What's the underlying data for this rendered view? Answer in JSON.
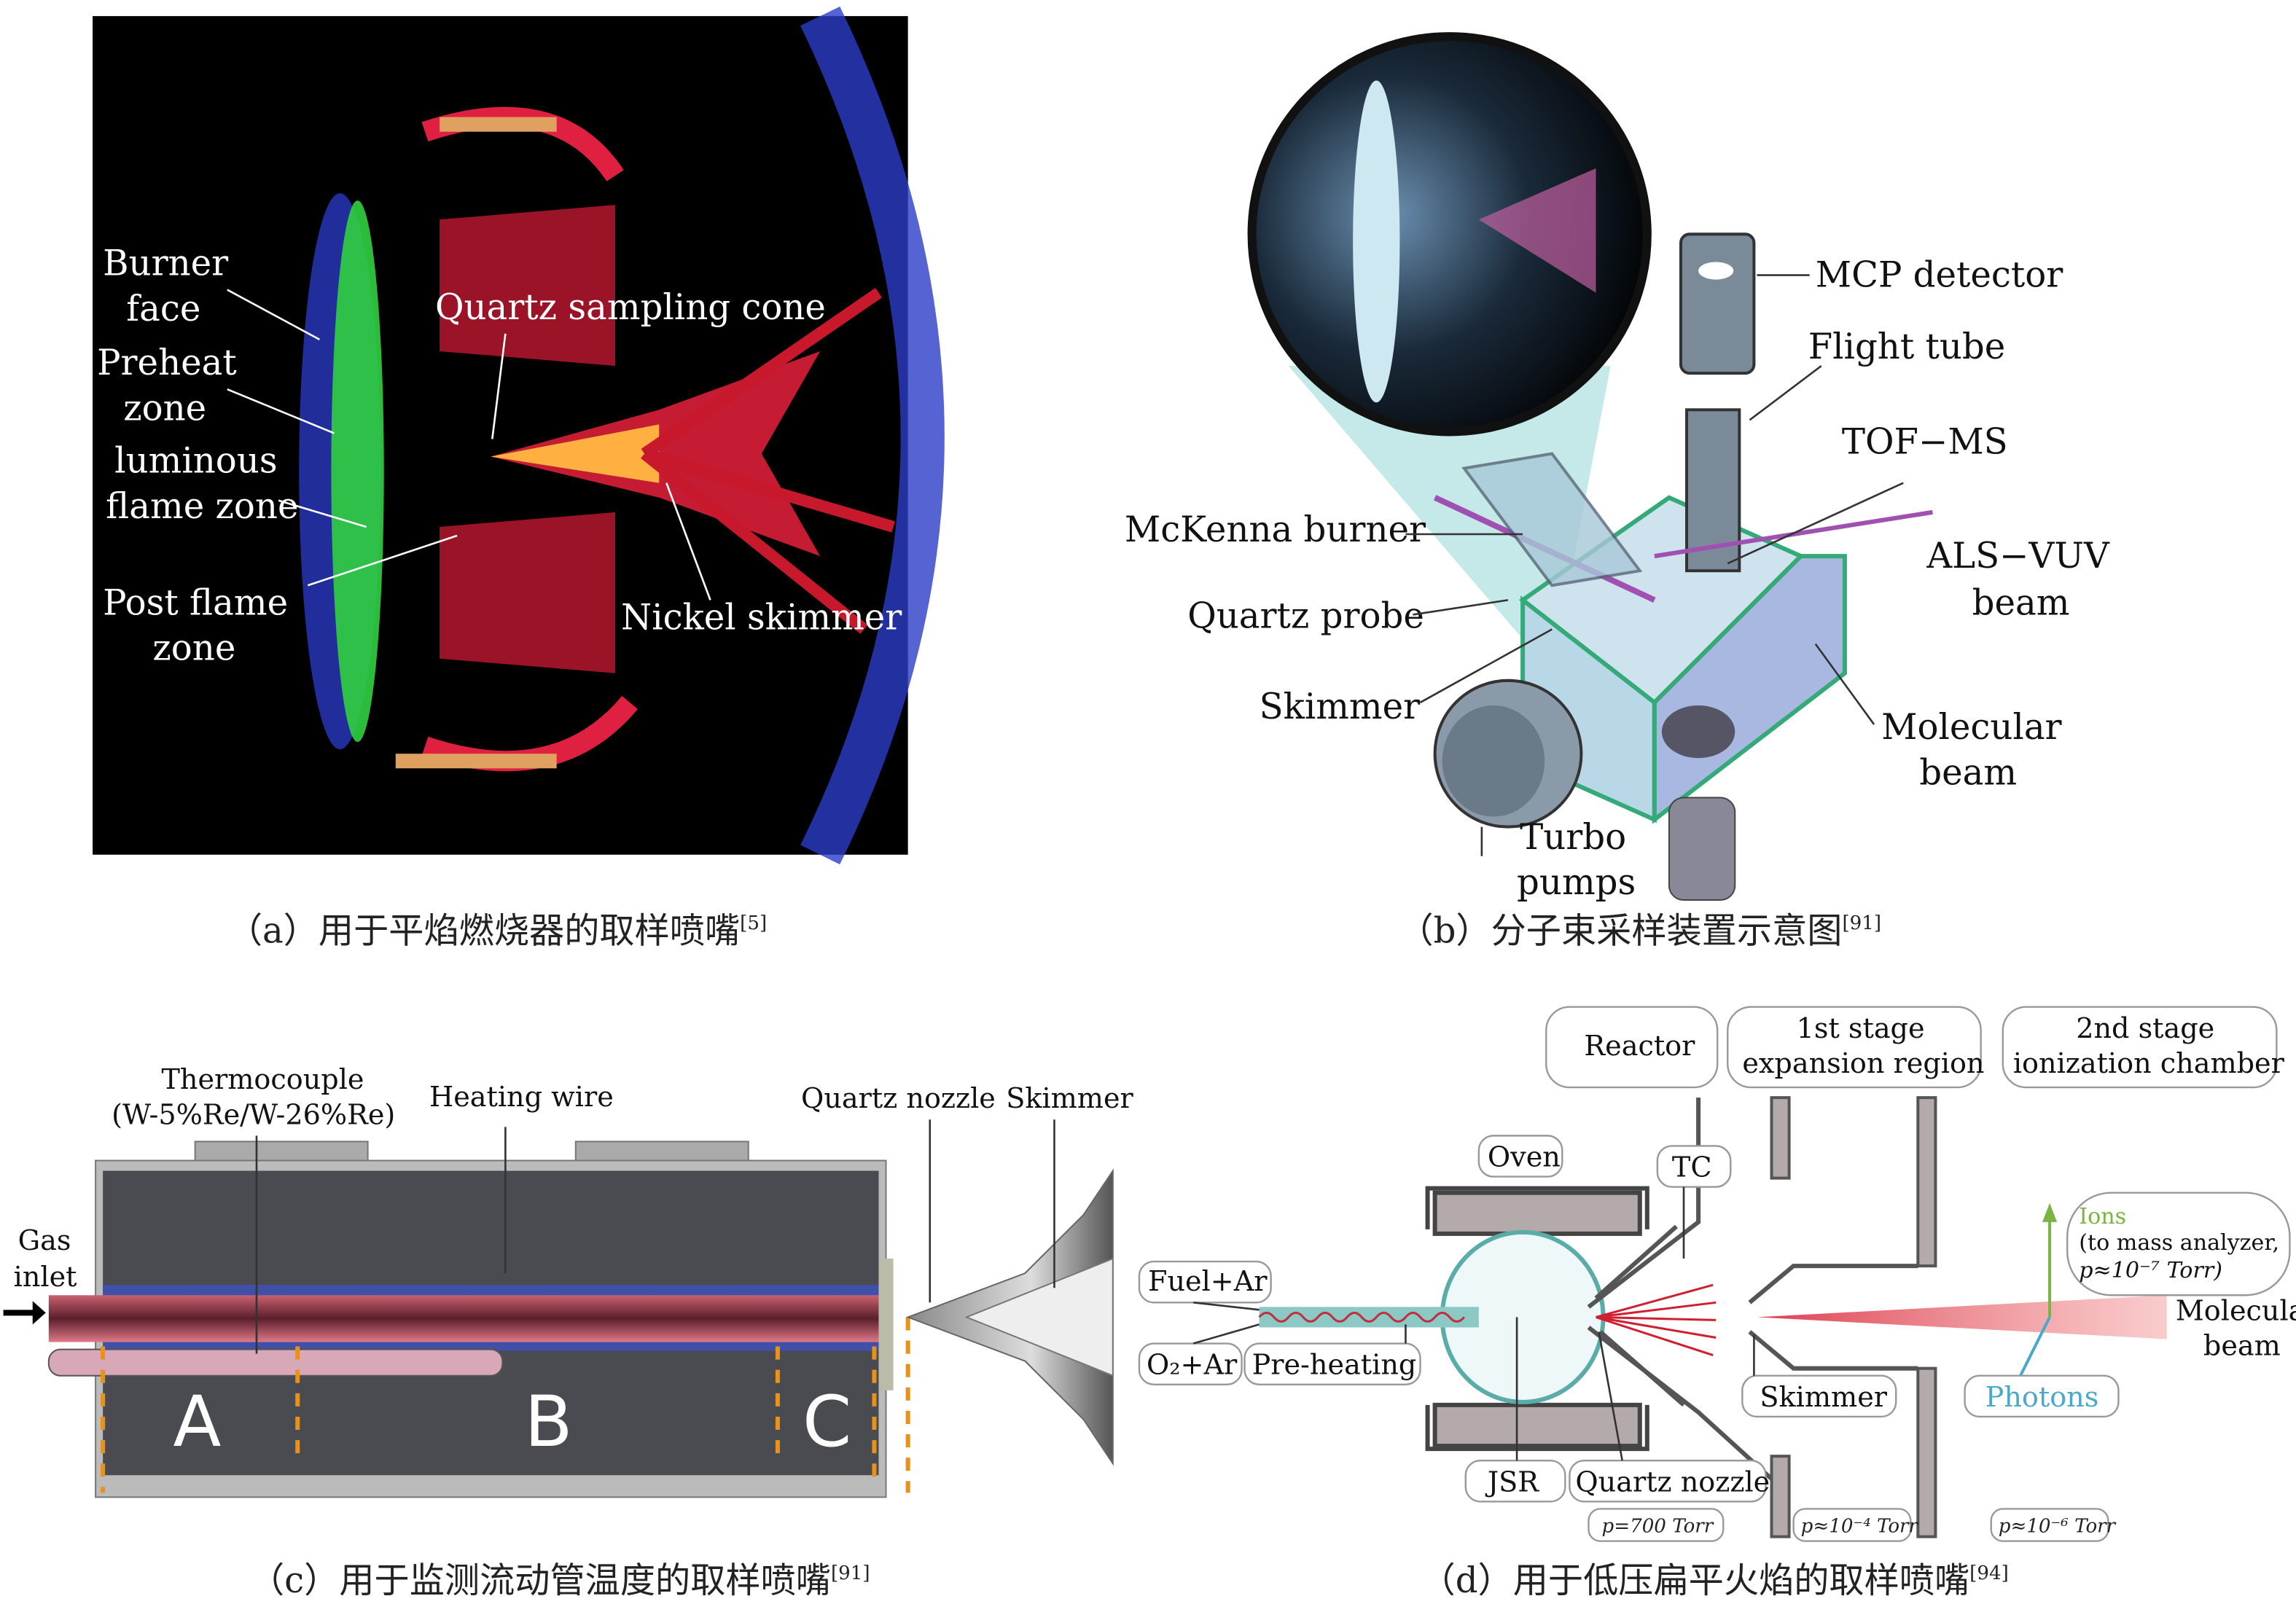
{
  "panel_a": {
    "labels": {
      "burner_face": [
        "Burner",
        "face"
      ],
      "preheat_zone": [
        "Preheat",
        "zone"
      ],
      "luminous_flame_zone": [
        "luminous",
        "flame zone"
      ],
      "post_flame_zone": [
        "Post flame",
        "zone"
      ],
      "quartz_sampling_cone": "Quartz sampling cone",
      "nickel_skimmer": "Nickel skimmer"
    },
    "caption": {
      "text": "（a）用于平焰燃烧器的取样喷嘴",
      "ref": "[5]"
    }
  },
  "panel_b": {
    "labels": {
      "mcp_detector": "MCP detector",
      "flight_tube": "Flight tube",
      "tof_ms": "TOF−MS",
      "mckenna_burner": "McKenna burner",
      "als_vuv_beam": [
        "ALS−VUV",
        "beam"
      ],
      "quartz_probe": "Quartz probe",
      "skimmer": "Skimmer",
      "molecular_beam": [
        "Molecular",
        "beam"
      ],
      "turbo_pumps": [
        "Turbo",
        "pumps"
      ]
    },
    "caption": {
      "text": "（b）分子束采样装置示意图",
      "ref": "[91]"
    }
  },
  "panel_c": {
    "labels": {
      "thermocouple": [
        "Thermocouple",
        "(W-5%Re/W-26%Re)"
      ],
      "heating_wire": "Heating wire",
      "quartz_nozzle": "Quartz nozzle",
      "skimmer": "Skimmer",
      "gas_inlet": [
        "Gas",
        "inlet"
      ],
      "zones": [
        "A",
        "B",
        "C"
      ]
    },
    "caption": {
      "text": "（c）用于监测流动管温度的取样喷嘴",
      "ref": "[91]"
    }
  },
  "panel_d": {
    "labels": {
      "reactor": "Reactor",
      "first_stage": [
        "1st stage",
        "expansion region"
      ],
      "second_stage": [
        "2nd stage",
        "ionization chamber"
      ],
      "oven": "Oven",
      "tc": "TC",
      "fuel_ar": "Fuel+Ar",
      "o2_ar": "O₂+Ar",
      "pre_heating": "Pre-heating",
      "ions": "Ions",
      "ions_note": [
        "(to mass analyzer,",
        "p≈10⁻⁷ Torr)"
      ],
      "molecular_beam": [
        "Molecular",
        "beam"
      ],
      "skimmer": "Skimmer",
      "photons": "Photons",
      "jsr": "JSR",
      "quartz_nozzle": "Quartz nozzle",
      "pressures": [
        "p=700 Torr",
        "p≈10⁻⁴ Torr",
        "p≈10⁻⁶ Torr"
      ]
    },
    "colors": {
      "ions": "#7cb342",
      "photons": "#4aa8c8",
      "beam": "#d8283c"
    },
    "caption": {
      "text": "（d）用于低压扁平火焰的取样喷嘴",
      "ref": "[94]"
    }
  }
}
